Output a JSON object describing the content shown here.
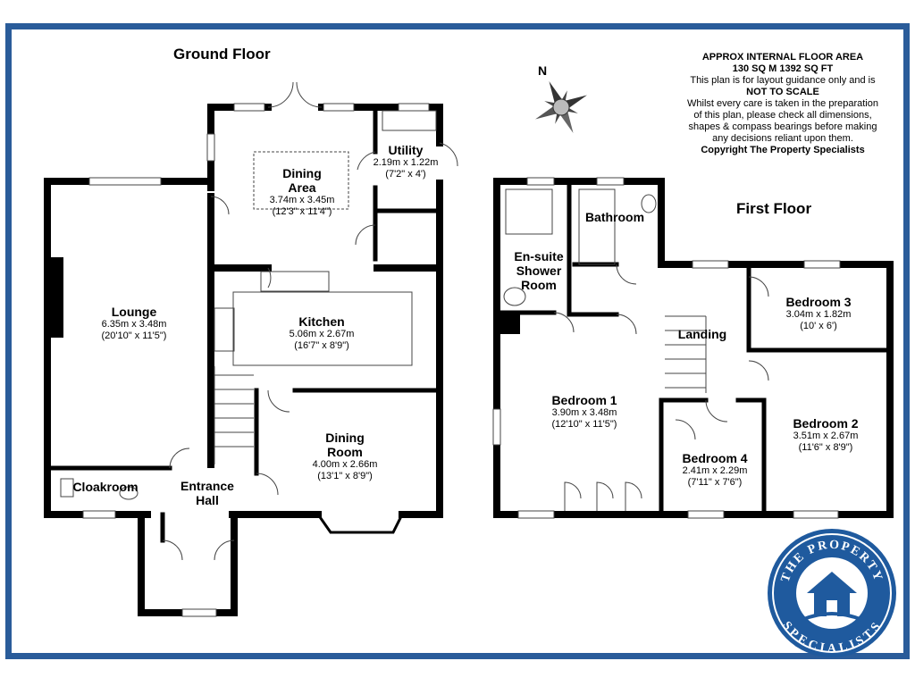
{
  "headings": {
    "ground_floor": "Ground Floor",
    "first_floor": "First Floor"
  },
  "notes": {
    "area_title": "APPROX INTERNAL FLOOR AREA",
    "area_value": "130 SQ M 1392 SQ FT",
    "line1": "This plan is for layout guidance only and is",
    "not_to_scale": "NOT TO SCALE",
    "line2": "Whilst every care is taken in the preparation",
    "line3": "of this plan, please check all dimensions,",
    "line4": "shapes & compass bearings before making",
    "line5": "any decisions reliant upon them.",
    "copyright": "Copyright The Property Specialists"
  },
  "compass": {
    "label": "N",
    "icon": "compass-rose-icon"
  },
  "logo": {
    "top_text": "THE PROPERTY",
    "bottom_text": "SPECIALISTS",
    "icon": "house-logo-icon",
    "color": "#1f5a9e"
  },
  "colors": {
    "frame": "#2a5c9a",
    "walls": "#000000",
    "logo": "#1f5a9e"
  },
  "ground_rooms": {
    "dining_area": {
      "name_line1": "Dining",
      "name_line2": "Area",
      "metric": "3.74m x 3.45m",
      "imperial": "(12'3\" x 11'4\")"
    },
    "utility": {
      "name": "Utility",
      "metric": "2.19m x 1.22m",
      "imperial": "(7'2\" x 4')"
    },
    "lounge": {
      "name": "Lounge",
      "metric": "6.35m x 3.48m",
      "imperial": "(20'10\" x 11'5\")"
    },
    "kitchen": {
      "name": "Kitchen",
      "metric": "5.06m x 2.67m",
      "imperial": "(16'7\" x 8'9\")"
    },
    "dining_room": {
      "name_line1": "Dining",
      "name_line2": "Room",
      "metric": "4.00m x 2.66m",
      "imperial": "(13'1\" x 8'9\")"
    },
    "cloakroom": {
      "name": "Cloakroom"
    },
    "entrance_hall": {
      "name_line1": "Entrance",
      "name_line2": "Hall"
    }
  },
  "first_rooms": {
    "bathroom": {
      "name": "Bathroom"
    },
    "ensuite": {
      "name_line1": "En-suite",
      "name_line2": "Shower",
      "name_line3": "Room"
    },
    "landing": {
      "name": "Landing"
    },
    "bedroom3": {
      "name": "Bedroom 3",
      "metric": "3.04m x 1.82m",
      "imperial": "(10' x 6')"
    },
    "bedroom1": {
      "name": "Bedroom 1",
      "metric": "3.90m x 3.48m",
      "imperial": "(12'10\" x 11'5\")"
    },
    "bedroom2": {
      "name": "Bedroom 2",
      "metric": "3.51m x 2.67m",
      "imperial": "(11'6\" x 8'9\")"
    },
    "bedroom4": {
      "name": "Bedroom 4",
      "metric": "2.41m x 2.29m",
      "imperial": "(7'11\" x 7'6\")"
    }
  }
}
